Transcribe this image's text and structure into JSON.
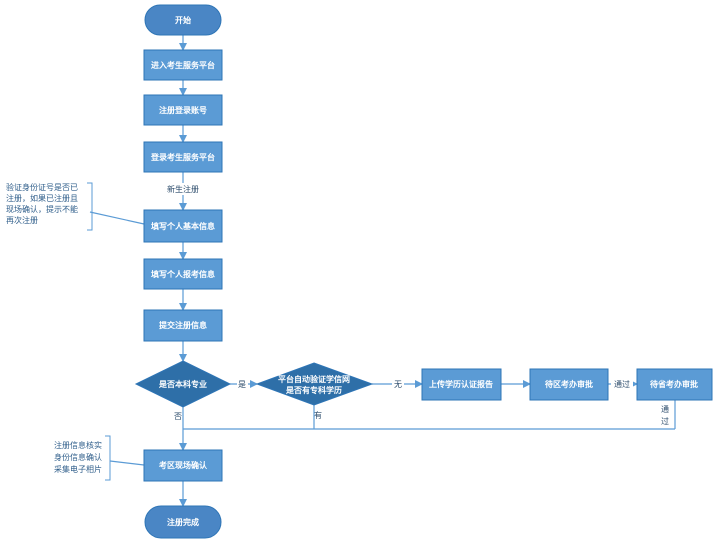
{
  "nodes": {
    "start": "开始",
    "enter_platform": "进入考生服务平台",
    "register_account": "注册登录账号",
    "login_platform": "登录考生服务平台",
    "fill_basic": "填写个人基本信息",
    "fill_exam": "填写个人报考信息",
    "submit": "提交注册信息",
    "is_bachelor": "是否本科专业",
    "verify_line1": "平台自动验证学信网",
    "verify_line2": "是否有专科学历",
    "upload_report": "上传学历认证报告",
    "district_review": "待区考办审批",
    "province_review": "待省考办审批",
    "onsite_confirm": "考区现场确认",
    "done": "注册完成"
  },
  "edge_labels": {
    "new_register": "新生注册",
    "yes": "是",
    "no": "否",
    "none": "无",
    "has": "有",
    "pass_1": "通过",
    "pass_2a": "通",
    "pass_2b": "过"
  },
  "notes": {
    "verify_id": [
      "验证身份证号是否已",
      "注册，如果已注册且",
      "现场确认，提示不能",
      "再次注册"
    ],
    "onsite": [
      "注册信息核实",
      "身份信息确认",
      "采集电子相片"
    ]
  },
  "colors": {
    "node_fill": "#5b9bd5",
    "node_stroke": "#2e75b6",
    "decision_fill": "#2e6fa8",
    "terminal_fill": "#4a86c5",
    "line": "#5b9bd5"
  }
}
